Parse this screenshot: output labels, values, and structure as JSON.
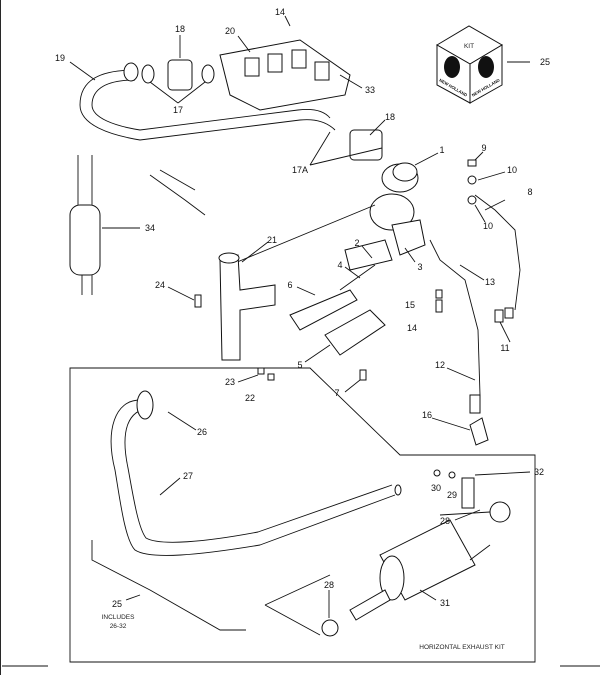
{
  "title": "Exhaust system parts diagram",
  "callouts": {
    "c14a": "14",
    "c18a": "18",
    "c20": "20",
    "c19": "19",
    "c17": "17",
    "c33": "33",
    "c25a": "25",
    "c18b": "18",
    "c1": "1",
    "c9": "9",
    "c10a": "10",
    "c8": "8",
    "c17a": "17A",
    "c10b": "10",
    "c34": "34",
    "c21": "21",
    "c2": "2",
    "c3": "3",
    "c13": "13",
    "c4": "4",
    "c6": "6",
    "c24": "24",
    "c15": "15",
    "c14b": "14",
    "c11": "11",
    "c5": "5",
    "c12": "12",
    "c23": "23",
    "c22": "22",
    "c7": "7",
    "c16": "16",
    "c26": "26",
    "c32": "32",
    "c27": "27",
    "c30": "30",
    "c29": "29",
    "c28a": "28",
    "c25b": "25",
    "c28b": "28",
    "c31": "31"
  },
  "kit_box": {
    "label": "KIT",
    "brand": "NEW HOLLAND"
  },
  "includes": {
    "line1": "INCLUDES",
    "line2": "26-32"
  },
  "kit_title": "HORIZONTAL EXHAUST KIT"
}
